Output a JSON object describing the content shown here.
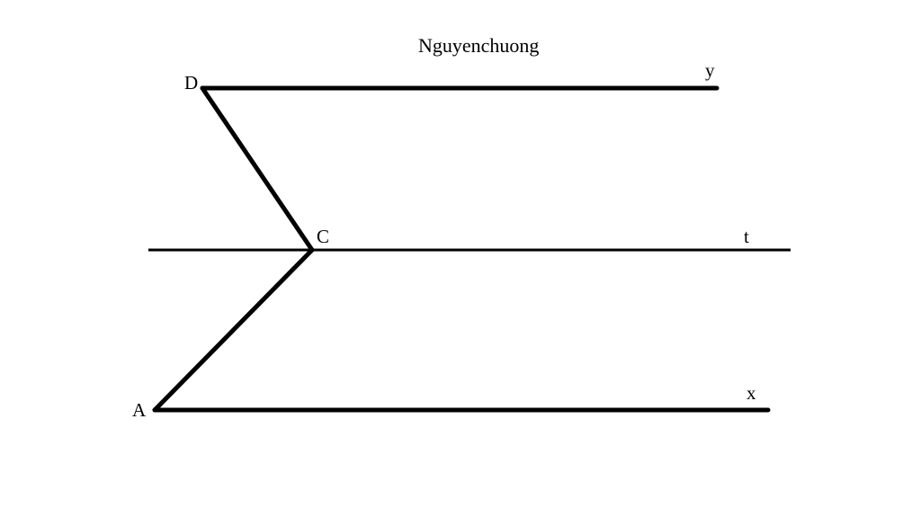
{
  "caption": "Nguyenchuong",
  "labels": {
    "D": "D",
    "C": "C",
    "A": "A",
    "y": "y",
    "t": "t",
    "x": "x"
  },
  "colors": {
    "stroke": "#000000",
    "background": "#ffffff"
  }
}
